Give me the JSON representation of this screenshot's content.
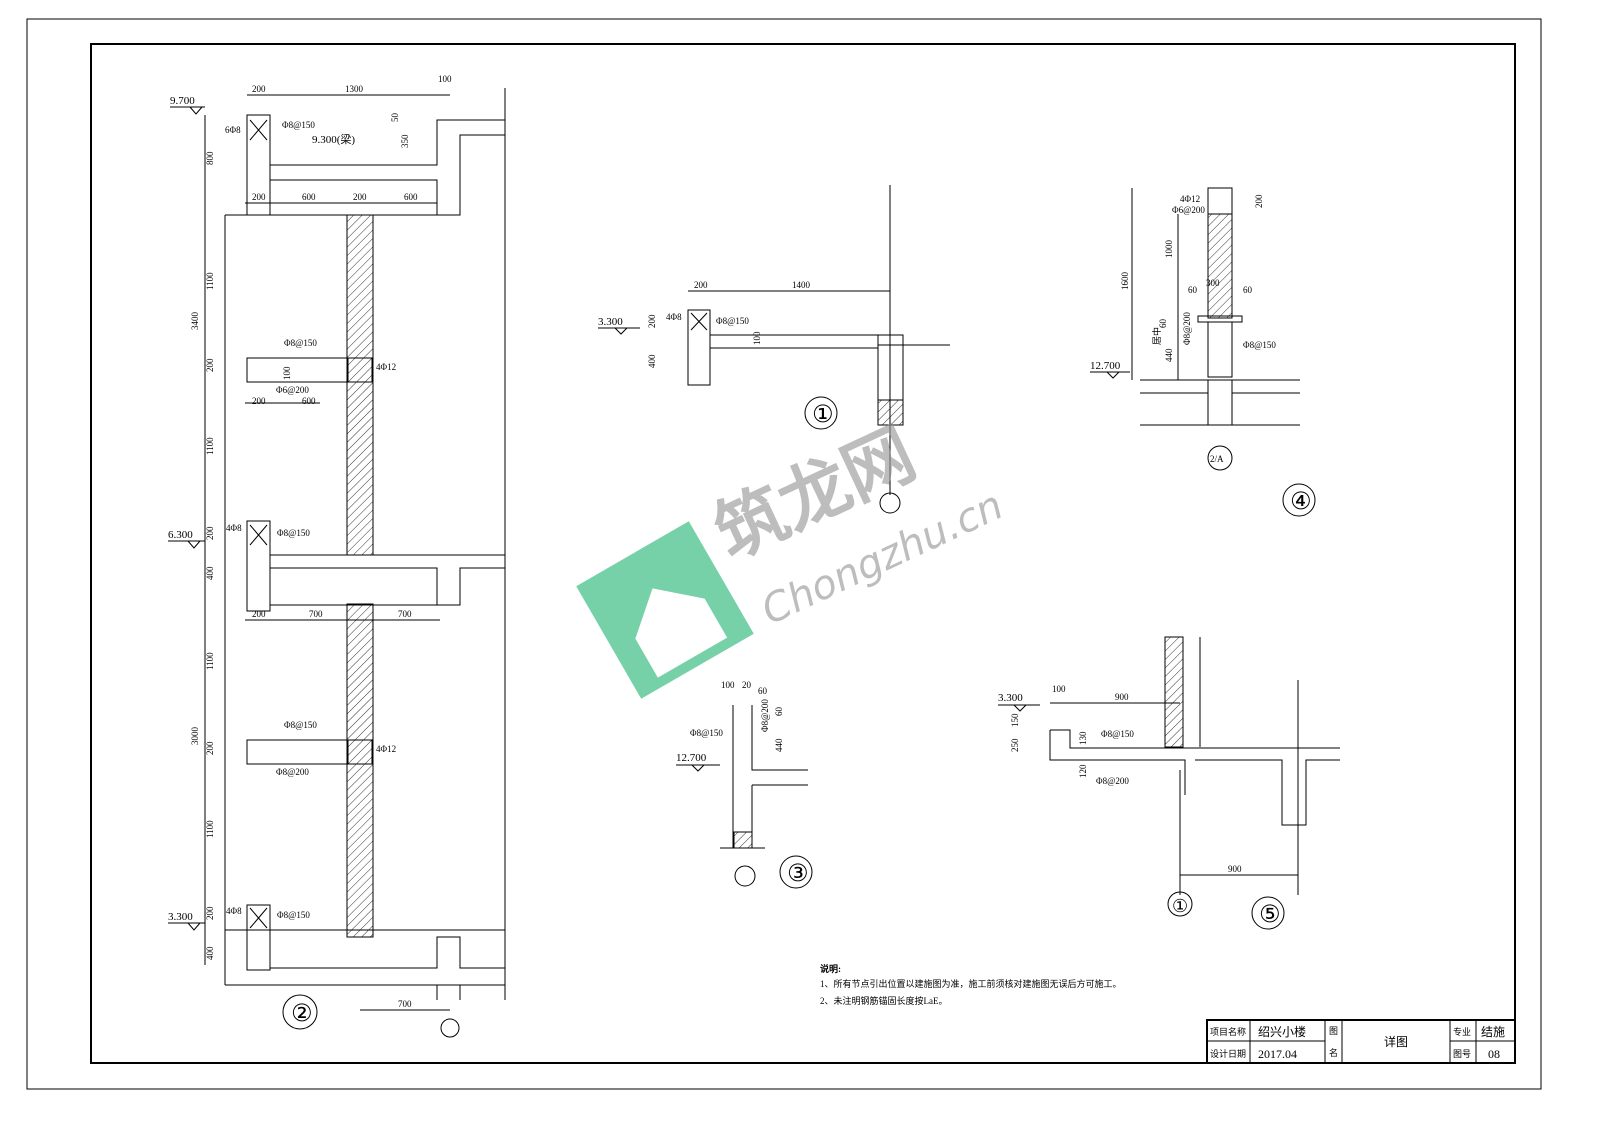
{
  "section2": {
    "label": "②",
    "levels": [
      "9.700",
      "6.300",
      "3.300"
    ],
    "level_note": "9.300(梁)",
    "dims_top": [
      "200",
      "1300",
      "100"
    ],
    "dims_mid1": [
      "200",
      "600",
      "200",
      "600"
    ],
    "dims_mid2": [
      "200",
      "600"
    ],
    "dims_mid3": [
      "200",
      "700",
      "700"
    ],
    "dims_left": [
      "800",
      "1100",
      "3400",
      "200",
      "1100",
      "200",
      "400",
      "1100",
      "3000",
      "200",
      "1100",
      "200",
      "400"
    ],
    "dims_small": [
      "50",
      "350",
      "100",
      "700"
    ],
    "rebar": [
      "6Φ8",
      "Φ8@150",
      "Φ8@150",
      "4Φ12",
      "Φ6@200",
      "4Φ8",
      "Φ8@150",
      "Φ8@150",
      "4Φ12",
      "Φ8@200",
      "4Φ8",
      "Φ8@150"
    ]
  },
  "detail1": {
    "label": "①",
    "level": "3.300",
    "dims": [
      "200",
      "1400",
      "200",
      "400",
      "100"
    ],
    "rebar": [
      "4Φ8",
      "Φ8@150"
    ]
  },
  "detail3": {
    "label": "③",
    "level": "12.700",
    "dims": [
      "100",
      "20",
      "60",
      "60",
      "440"
    ],
    "rebar": [
      "Φ8@150",
      "Φ8@200"
    ]
  },
  "detail4": {
    "label": "④",
    "axis": "2/A",
    "level": "12.700",
    "dims": [
      "200",
      "1000",
      "1600",
      "60",
      "60",
      "60",
      "440",
      "300"
    ],
    "rebar": [
      "4Φ12",
      "Φ6@200",
      "Φ8@200",
      "Φ8@150"
    ],
    "note": "居中"
  },
  "detail5": {
    "label": "⑤",
    "axis": "①",
    "level": "3.300",
    "dims": [
      "100",
      "900",
      "150",
      "250",
      "120",
      "130",
      "900"
    ],
    "rebar": [
      "Φ8@150",
      "Φ8@200"
    ]
  },
  "watermark": {
    "cn": "筑龙网",
    "en": "Chongzhu.cn",
    "color": "#5fc99a"
  },
  "notes": {
    "title": "说明:",
    "items": [
      "1、所有节点引出位置以建施图为准，施工前须核对建施图无误后方可施工。",
      "2、未注明钢筋锚固长度按LaE。"
    ]
  },
  "title_block": {
    "project_label": "项目名称",
    "project": "绍兴小楼",
    "date_label": "设计日期",
    "date": "2017.04",
    "drawing_label_1": "图",
    "drawing_label_2": "名",
    "drawing_name": "详图",
    "discipline_label": "专业",
    "discipline": "结施",
    "number_label": "图号",
    "number": "08"
  }
}
